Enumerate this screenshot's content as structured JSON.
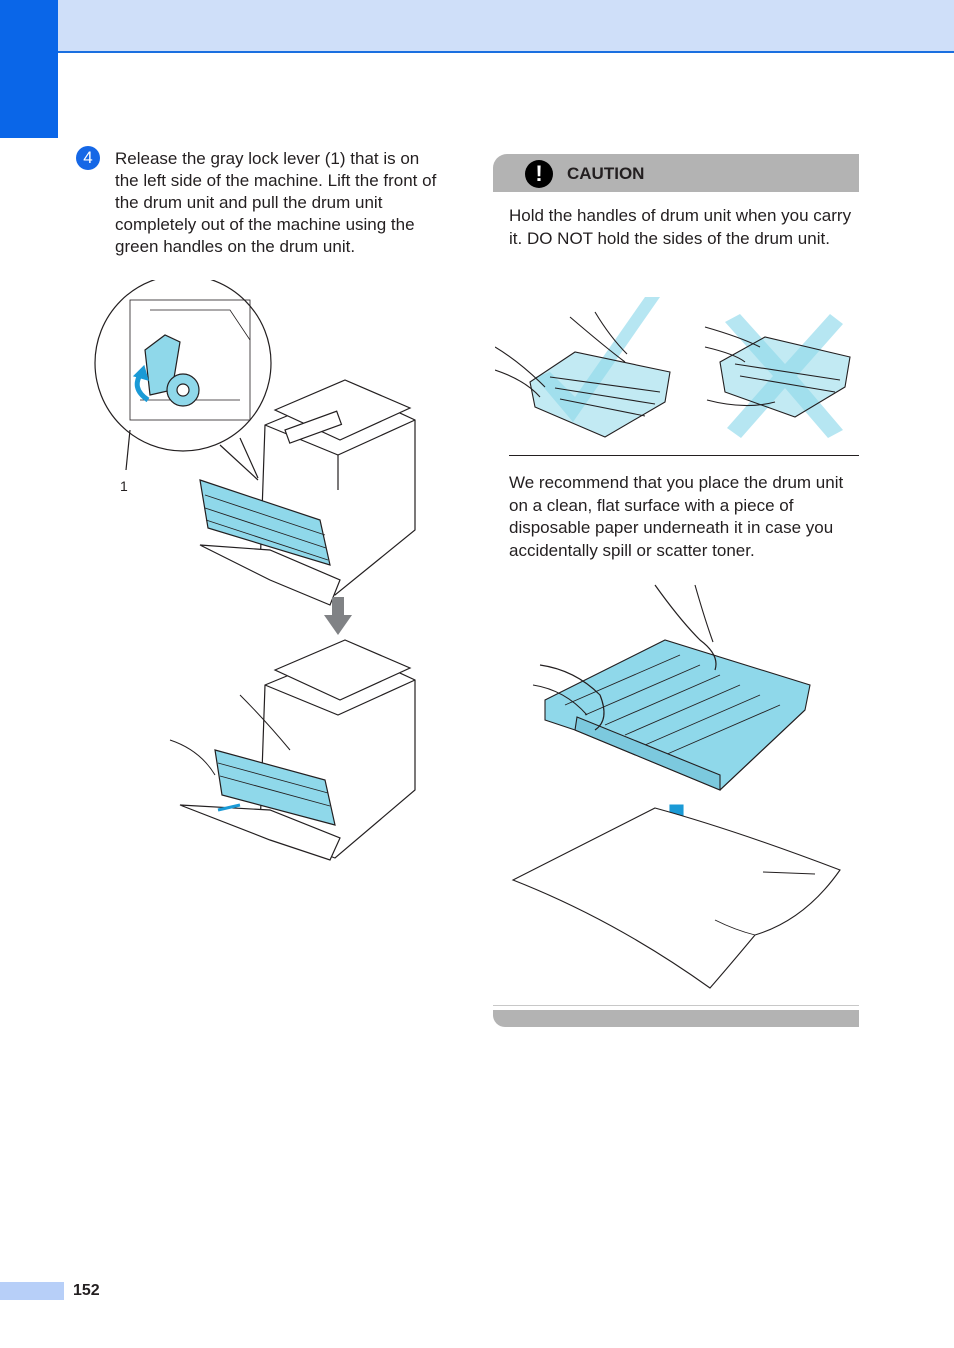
{
  "step": {
    "number": "4",
    "text": "Release the gray lock lever (1) that is on the left side of the machine. Lift the front of the drum unit and pull the drum unit completely out of the machine using the green handles on the drum unit."
  },
  "figure_callout": {
    "label": "1"
  },
  "caution": {
    "title": "CAUTION",
    "icon": "exclamation-icon",
    "paragraph1": "Hold the handles of drum unit when you carry it. DO NOT hold the sides of the drum unit.",
    "paragraph2": "We recommend that you place the drum unit on a clean, flat surface with a piece of disposable paper underneath it in case you accidentally spill or scatter toner."
  },
  "footer": {
    "page_number": "152"
  },
  "colors": {
    "accent_blue": "#0a66e8",
    "header_band": "#cfdff9",
    "drum_cyan": "#8fd8ea",
    "caution_gray": "#b3b3b3"
  }
}
